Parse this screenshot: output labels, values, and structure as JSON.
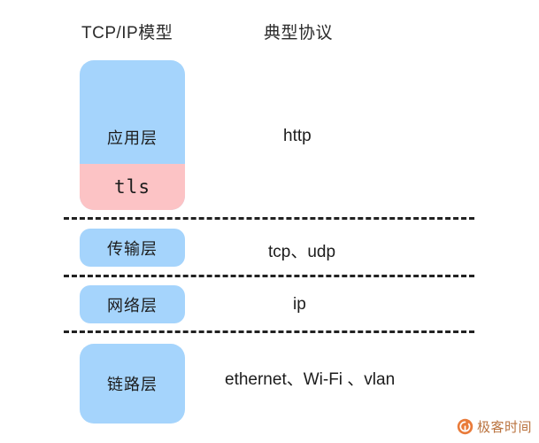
{
  "diagram": {
    "headers": {
      "model_column": "TCP/IP模型",
      "protocol_column": "典型协议"
    },
    "layers": [
      {
        "id": "application",
        "name": "应用层",
        "protocols": "http",
        "sublayer": "tls",
        "box_color": "#a5d4fc",
        "sublayer_color": "#fcc3c5"
      },
      {
        "id": "transport",
        "name": "传输层",
        "protocols": "tcp、udp",
        "box_color": "#a5d4fc"
      },
      {
        "id": "network",
        "name": "网络层",
        "protocols": "ip",
        "box_color": "#a5d4fc"
      },
      {
        "id": "link",
        "name": "链路层",
        "protocols": "ethernet、Wi-Fi 、vlan",
        "box_color": "#a5d4fc"
      }
    ],
    "divider_color": "#222222"
  },
  "watermark": {
    "text": "极客时间",
    "color": "#b5682f"
  }
}
